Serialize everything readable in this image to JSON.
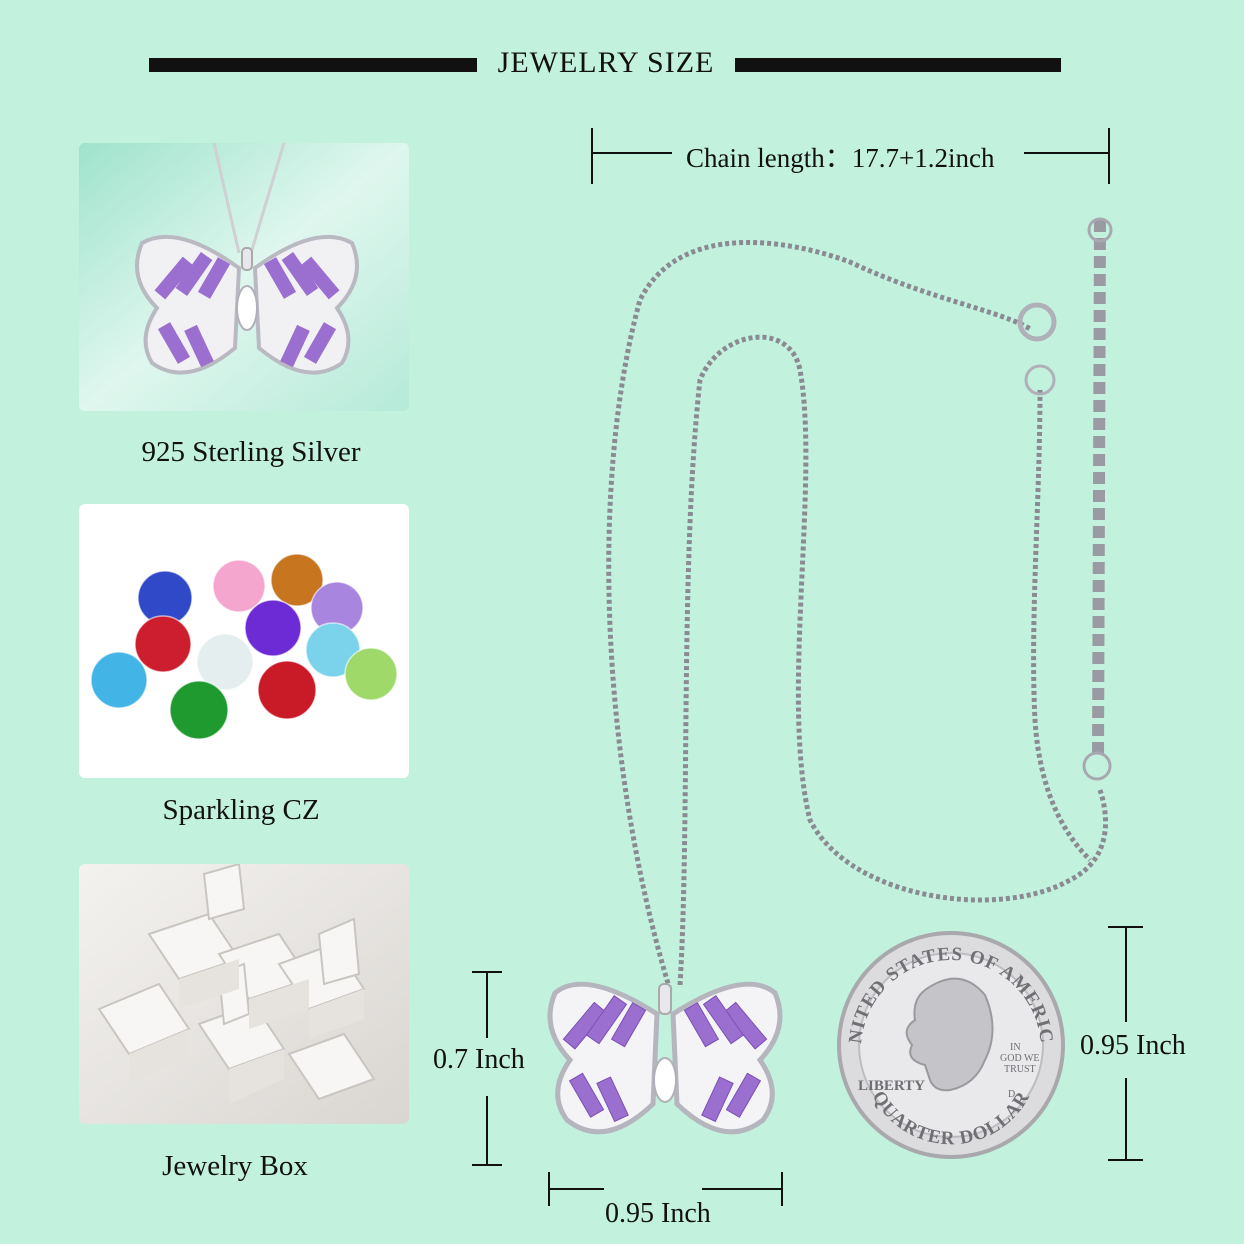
{
  "header": {
    "title": "JEWELRY SIZE"
  },
  "features": [
    {
      "caption": "925 Sterling Silver",
      "image": "butterfly-pendant-photo"
    },
    {
      "caption": "Sparkling CZ",
      "image": "colored-gemstones-photo"
    },
    {
      "caption": "Jewelry Box",
      "image": "white-gift-boxes-photo"
    }
  ],
  "dimensions": {
    "chain_length": "Chain length：17.7+1.2inch",
    "pendant_height": "0.7 Inch",
    "pendant_width": "0.95 Inch",
    "coin_diameter": "0.95 Inch"
  },
  "coin": {
    "top_text": "UNITED STATES OF AMERICA",
    "bottom_text": "QUARTER DOLLAR",
    "liberty": "LIBERTY",
    "in_god": "IN",
    "god_we": "GOD WE",
    "trust": "TRUST",
    "mint": "D"
  },
  "colors": {
    "background": "#c2f2de",
    "amethyst": "#9b6fd0",
    "silver": "#d8d8dc"
  }
}
